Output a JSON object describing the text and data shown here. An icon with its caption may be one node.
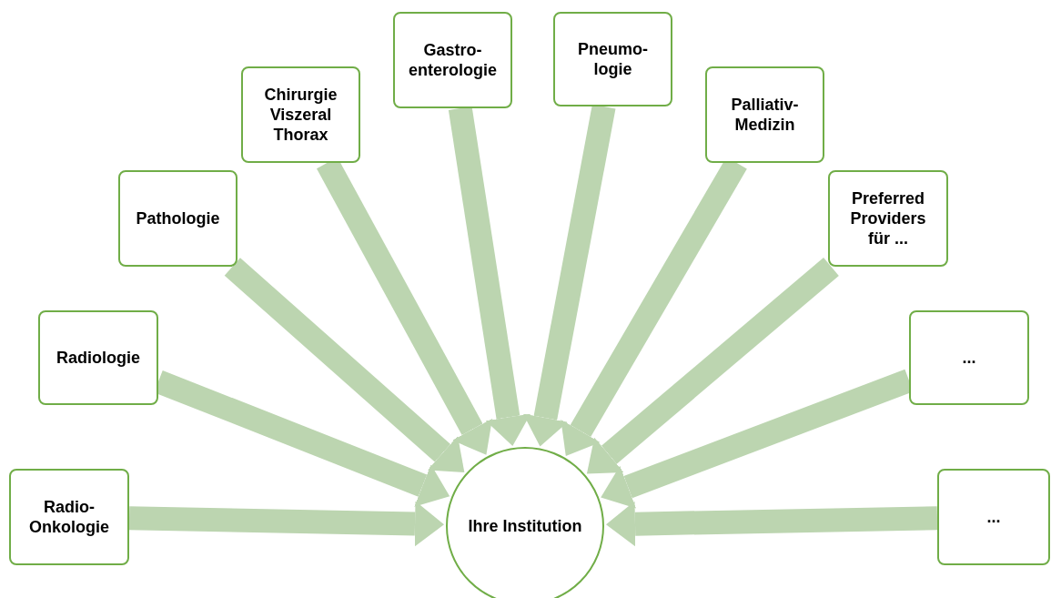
{
  "diagram": {
    "nodes": [
      {
        "text": [
          "Radio- Onkologie"
        ]
      },
      {
        "text": [
          "Radiologie"
        ]
      },
      {
        "text": [
          "Pathologie"
        ]
      },
      {
        "text": [
          "Chirurgie Viszeral Thorax"
        ]
      },
      {
        "text": [
          "Gastro- enterologie"
        ]
      },
      {
        "text": [
          "Pneumo- logie"
        ]
      },
      {
        "text": [
          "Palliativ- Medizin"
        ]
      },
      {
        "text": [
          "Preferred Providers für ..."
        ]
      },
      {
        "text": [
          "..."
        ]
      },
      {
        "text": [
          "..."
        ]
      },
      {
        "text": [
          "Ihre Institution"
        ]
      }
    ],
    "edges": [
      {
        "from": 0,
        "to": 10,
        "arrow": "to"
      },
      {
        "from": 1,
        "to": 10,
        "arrow": "to"
      },
      {
        "from": 2,
        "to": 10,
        "arrow": "to"
      },
      {
        "from": 3,
        "to": 10,
        "arrow": "to"
      },
      {
        "from": 4,
        "to": 10,
        "arrow": "to"
      },
      {
        "from": 5,
        "to": 10,
        "arrow": "to"
      },
      {
        "from": 6,
        "to": 10,
        "arrow": "to"
      },
      {
        "from": 7,
        "to": 10,
        "arrow": "to"
      },
      {
        "from": 8,
        "to": 10,
        "arrow": "to"
      },
      {
        "from": 9,
        "to": 10,
        "arrow": "to"
      }
    ]
  }
}
